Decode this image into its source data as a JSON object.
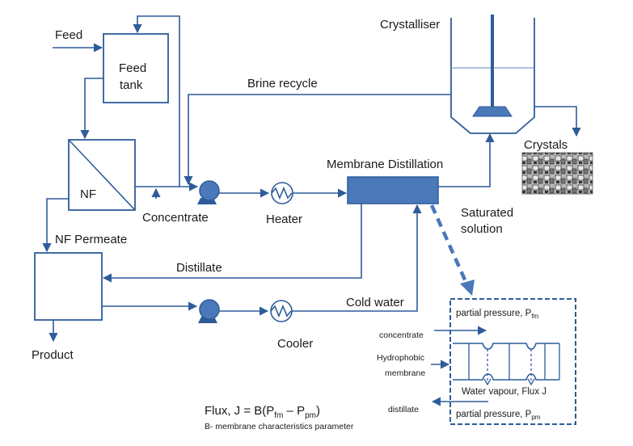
{
  "labels": {
    "feed": "Feed",
    "feed_tank_1": "Feed",
    "feed_tank_2": "tank",
    "nf": "NF",
    "nf_permeate": "NF Permeate",
    "concentrate": "Concentrate",
    "heater": "Heater",
    "membrane_distillation": "Membrane Distillation",
    "brine_recycle": "Brine recycle",
    "crystalliser": "Crystalliser",
    "crystals": "Crystals",
    "saturated_1": "Saturated",
    "saturated_2": "solution",
    "distillate": "Distillate",
    "cold_water": "Cold water",
    "cooler": "Cooler",
    "product": "Product"
  },
  "detail": {
    "pfm_text": "partial pressure, P",
    "pfm_sub": "fm",
    "ppm_text": "partial pressure, P",
    "ppm_sub": "pm",
    "concentrate": "concentrate",
    "hydrophobic_1": "Hydrophobic",
    "hydrophobic_2": "membrane",
    "water_vapour": "Water vapour, Flux J",
    "distillate": "distillate"
  },
  "formula": {
    "prefix": "Flux, J = B(P",
    "sub1": "fm",
    "middle": " – P",
    "sub2": "pm",
    "suffix": ")",
    "note": "B- membrane characteristics parameter"
  },
  "colors": {
    "line": "#2e5c9a",
    "fill": "#4a78b8"
  }
}
